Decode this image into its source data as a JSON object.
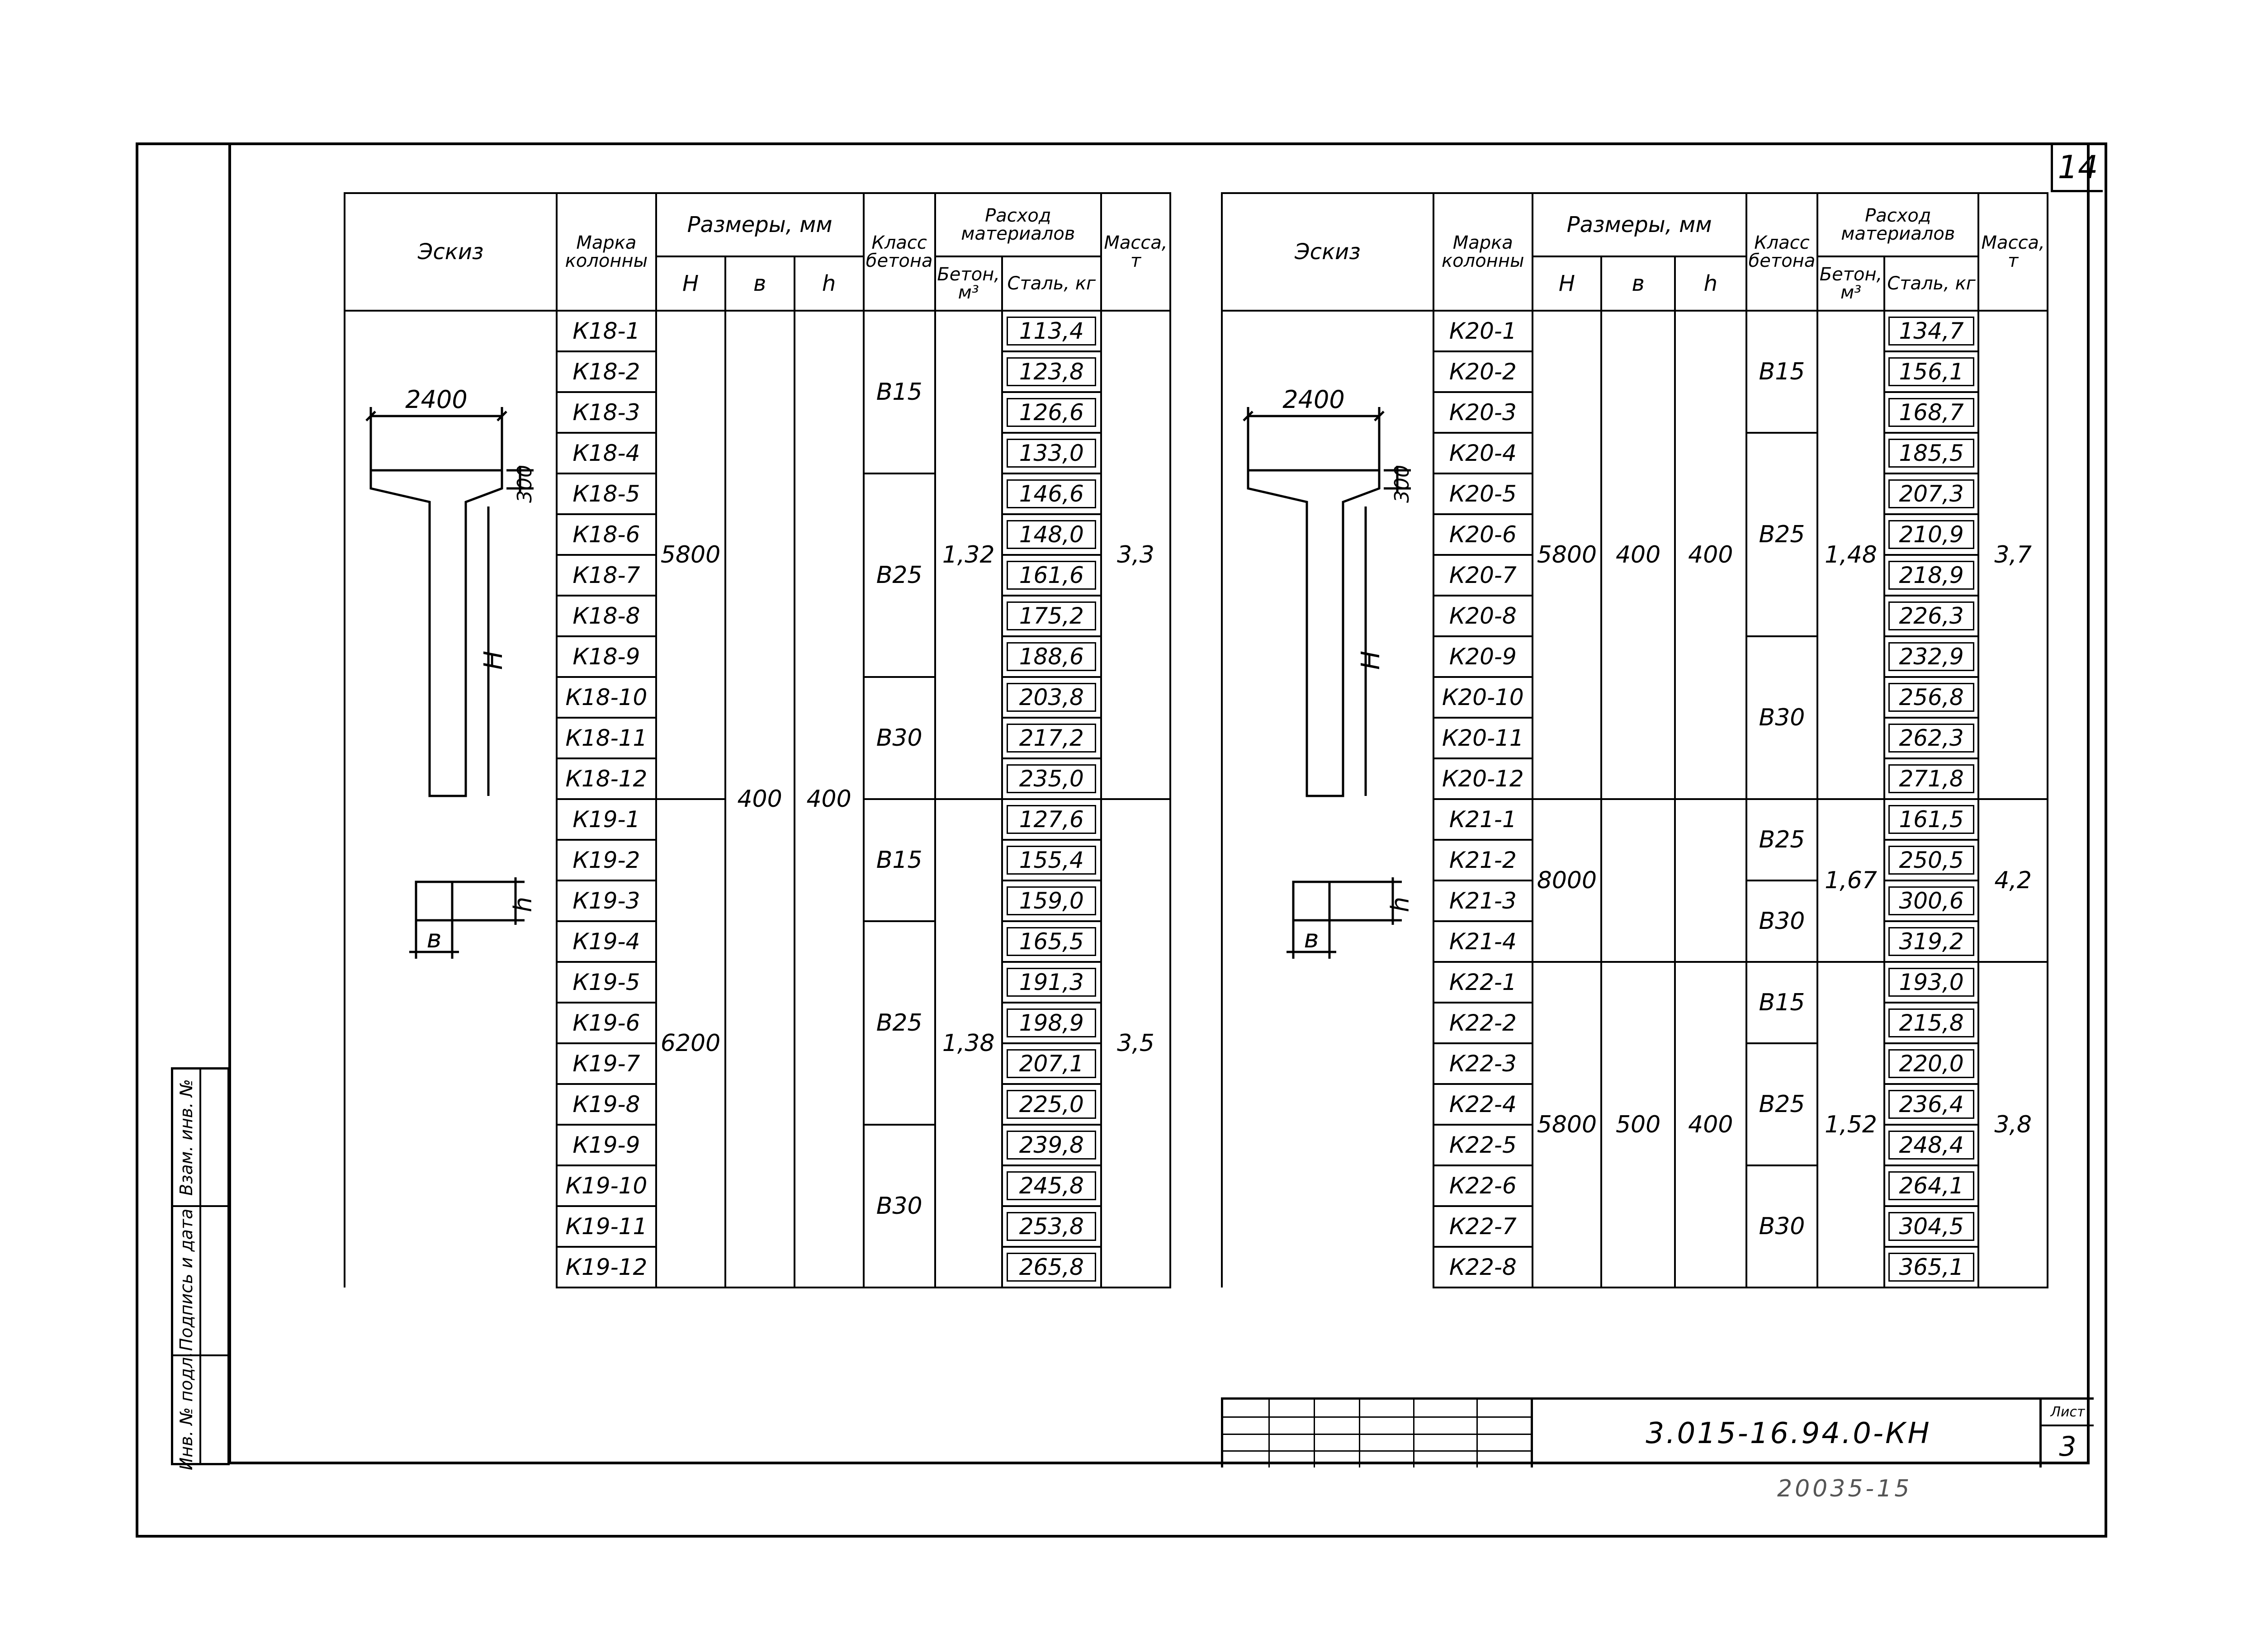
{
  "sheet_number": "14",
  "side_stamp": [
    "Инв. № подл.",
    "Подпись и дата",
    "Взам. инв. №"
  ],
  "headers": {
    "sketch": "Эскиз",
    "mark": "Марка колонны",
    "sizes": "Размеры, мм",
    "sizes_right": "Размеры, мм",
    "H": "H",
    "b": "в",
    "h": "h",
    "concrete_class": "Класс бетона",
    "consumption": "Расход материалов",
    "concrete": "Бетон, м³",
    "steel": "Сталь, кг",
    "mass": "Масса, т"
  },
  "sketch_dims": {
    "width": "2400",
    "height": "300",
    "H": "H",
    "b": "в",
    "h": "h"
  },
  "left_table": {
    "groups": [
      {
        "H": "5800",
        "concrete": "1,32",
        "mass": "3,3",
        "classes": [
          {
            "cls": "В15",
            "rows": 4
          },
          {
            "cls": "В25",
            "rows": 5
          },
          {
            "cls": "В30",
            "rows": 3
          }
        ],
        "rows": [
          {
            "mark": "К18-1",
            "steel": "113,4"
          },
          {
            "mark": "К18-2",
            "steel": "123,8"
          },
          {
            "mark": "К18-3",
            "steel": "126,6"
          },
          {
            "mark": "К18-4",
            "steel": "133,0"
          },
          {
            "mark": "К18-5",
            "steel": "146,6"
          },
          {
            "mark": "К18-6",
            "steel": "148,0"
          },
          {
            "mark": "К18-7",
            "steel": "161,6"
          },
          {
            "mark": "К18-8",
            "steel": "175,2"
          },
          {
            "mark": "К18-9",
            "steel": "188,6"
          },
          {
            "mark": "К18-10",
            "steel": "203,8"
          },
          {
            "mark": "К18-11",
            "steel": "217,2"
          },
          {
            "mark": "К18-12",
            "steel": "235,0"
          }
        ]
      },
      {
        "H": "6200",
        "concrete": "1,38",
        "mass": "3,5",
        "classes": [
          {
            "cls": "В15",
            "rows": 3
          },
          {
            "cls": "В25",
            "rows": 5
          },
          {
            "cls": "В30",
            "rows": 4
          }
        ],
        "rows": [
          {
            "mark": "К19-1",
            "steel": "127,6"
          },
          {
            "mark": "К19-2",
            "steel": "155,4"
          },
          {
            "mark": "К19-3",
            "steel": "159,0"
          },
          {
            "mark": "К19-4",
            "steel": "165,5"
          },
          {
            "mark": "К19-5",
            "steel": "191,3"
          },
          {
            "mark": "К19-6",
            "steel": "198,9"
          },
          {
            "mark": "К19-7",
            "steel": "207,1"
          },
          {
            "mark": "К19-8",
            "steel": "225,0"
          },
          {
            "mark": "К19-9",
            "steel": "239,8"
          },
          {
            "mark": "К19-10",
            "steel": "245,8"
          },
          {
            "mark": "К19-11",
            "steel": "253,8"
          },
          {
            "mark": "К19-12",
            "steel": "265,8"
          }
        ]
      }
    ],
    "b": "400",
    "h": "400"
  },
  "right_table": {
    "groups": [
      {
        "H": "5800",
        "b": "400",
        "h": "400",
        "concrete": "1,48",
        "mass": "3,7",
        "classes": [
          {
            "cls": "В15",
            "rows": 3
          },
          {
            "cls": "В25",
            "rows": 5
          },
          {
            "cls": "В30",
            "rows": 4
          }
        ],
        "rows": [
          {
            "mark": "К20-1",
            "steel": "134,7"
          },
          {
            "mark": "К20-2",
            "steel": "156,1"
          },
          {
            "mark": "К20-3",
            "steel": "168,7"
          },
          {
            "mark": "К20-4",
            "steel": "185,5"
          },
          {
            "mark": "К20-5",
            "steel": "207,3"
          },
          {
            "mark": "К20-6",
            "steel": "210,9"
          },
          {
            "mark": "К20-7",
            "steel": "218,9"
          },
          {
            "mark": "К20-8",
            "steel": "226,3"
          },
          {
            "mark": "К20-9",
            "steel": "232,9"
          },
          {
            "mark": "К20-10",
            "steel": "256,8"
          },
          {
            "mark": "К20-11",
            "steel": "262,3"
          },
          {
            "mark": "К20-12",
            "steel": "271,8"
          }
        ]
      },
      {
        "H": "8000",
        "b": "",
        "h": "",
        "concrete": "1,67",
        "mass": "4,2",
        "classes": [
          {
            "cls": "В25",
            "rows": 2
          },
          {
            "cls": "В30",
            "rows": 2
          }
        ],
        "rows": [
          {
            "mark": "К21-1",
            "steel": "161,5"
          },
          {
            "mark": "К21-2",
            "steel": "250,5"
          },
          {
            "mark": "К21-3",
            "steel": "300,6"
          },
          {
            "mark": "К21-4",
            "steel": "319,2"
          }
        ]
      },
      {
        "H": "5800",
        "b": "500",
        "h": "400",
        "concrete": "1,52",
        "mass": "3,8",
        "classes": [
          {
            "cls": "В15",
            "rows": 2
          },
          {
            "cls": "В25",
            "rows": 3
          },
          {
            "cls": "В30",
            "rows": 3
          }
        ],
        "rows": [
          {
            "mark": "К22-1",
            "steel": "193,0"
          },
          {
            "mark": "К22-2",
            "steel": "215,8"
          },
          {
            "mark": "К22-3",
            "steel": "220,0"
          },
          {
            "mark": "К22-4",
            "steel": "236,4"
          },
          {
            "mark": "К22-5",
            "steel": "248,4"
          },
          {
            "mark": "К22-6",
            "steel": "264,1"
          },
          {
            "mark": "К22-7",
            "steel": "304,5"
          },
          {
            "mark": "К22-8",
            "steel": "365,1"
          }
        ]
      }
    ]
  },
  "title_block": {
    "doc_code": "3.015-16.94.0-КН",
    "sheet_label": "Лист",
    "sheet": "3"
  },
  "archive_number": "20035-15"
}
